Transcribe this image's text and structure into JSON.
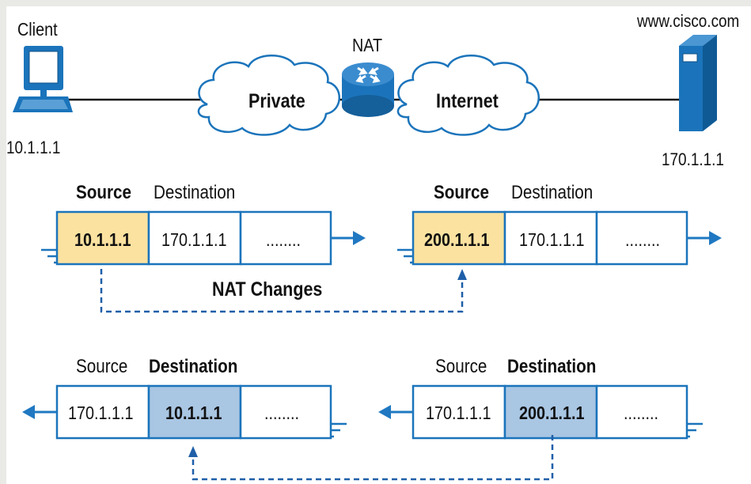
{
  "topology": {
    "client_label": "Client",
    "client_ip": "10.1.1.1",
    "nat_label": "NAT",
    "private_cloud_label": "Private",
    "internet_cloud_label": "Internet",
    "server_label": "www.cisco.com",
    "server_ip": "170.1.1.1"
  },
  "outbound": {
    "before": {
      "source_header": "Source",
      "destination_header": "Destination",
      "source": "10.1.1.1",
      "destination": "170.1.1.1",
      "rest": "........"
    },
    "after": {
      "source_header": "Source",
      "destination_header": "Destination",
      "source": "200.1.1.1",
      "destination": "170.1.1.1",
      "rest": "........"
    },
    "change_label": "NAT Changes"
  },
  "inbound": {
    "after": {
      "source_header": "Source",
      "destination_header": "Destination",
      "source": "170.1.1.1",
      "destination": "10.1.1.1",
      "rest": "........"
    },
    "before": {
      "source_header": "Source",
      "destination_header": "Destination",
      "source": "170.1.1.1",
      "destination": "200.1.1.1",
      "rest": "........"
    }
  },
  "colors": {
    "outer_background": "#e9e9e6",
    "source_highlight": "#fbe2a0",
    "destination_highlight": "#a9c6e3",
    "device_blue": "#1b74bb",
    "arrow_blue": "#1f78c1",
    "dashed_blue": "#1f5fa8"
  }
}
